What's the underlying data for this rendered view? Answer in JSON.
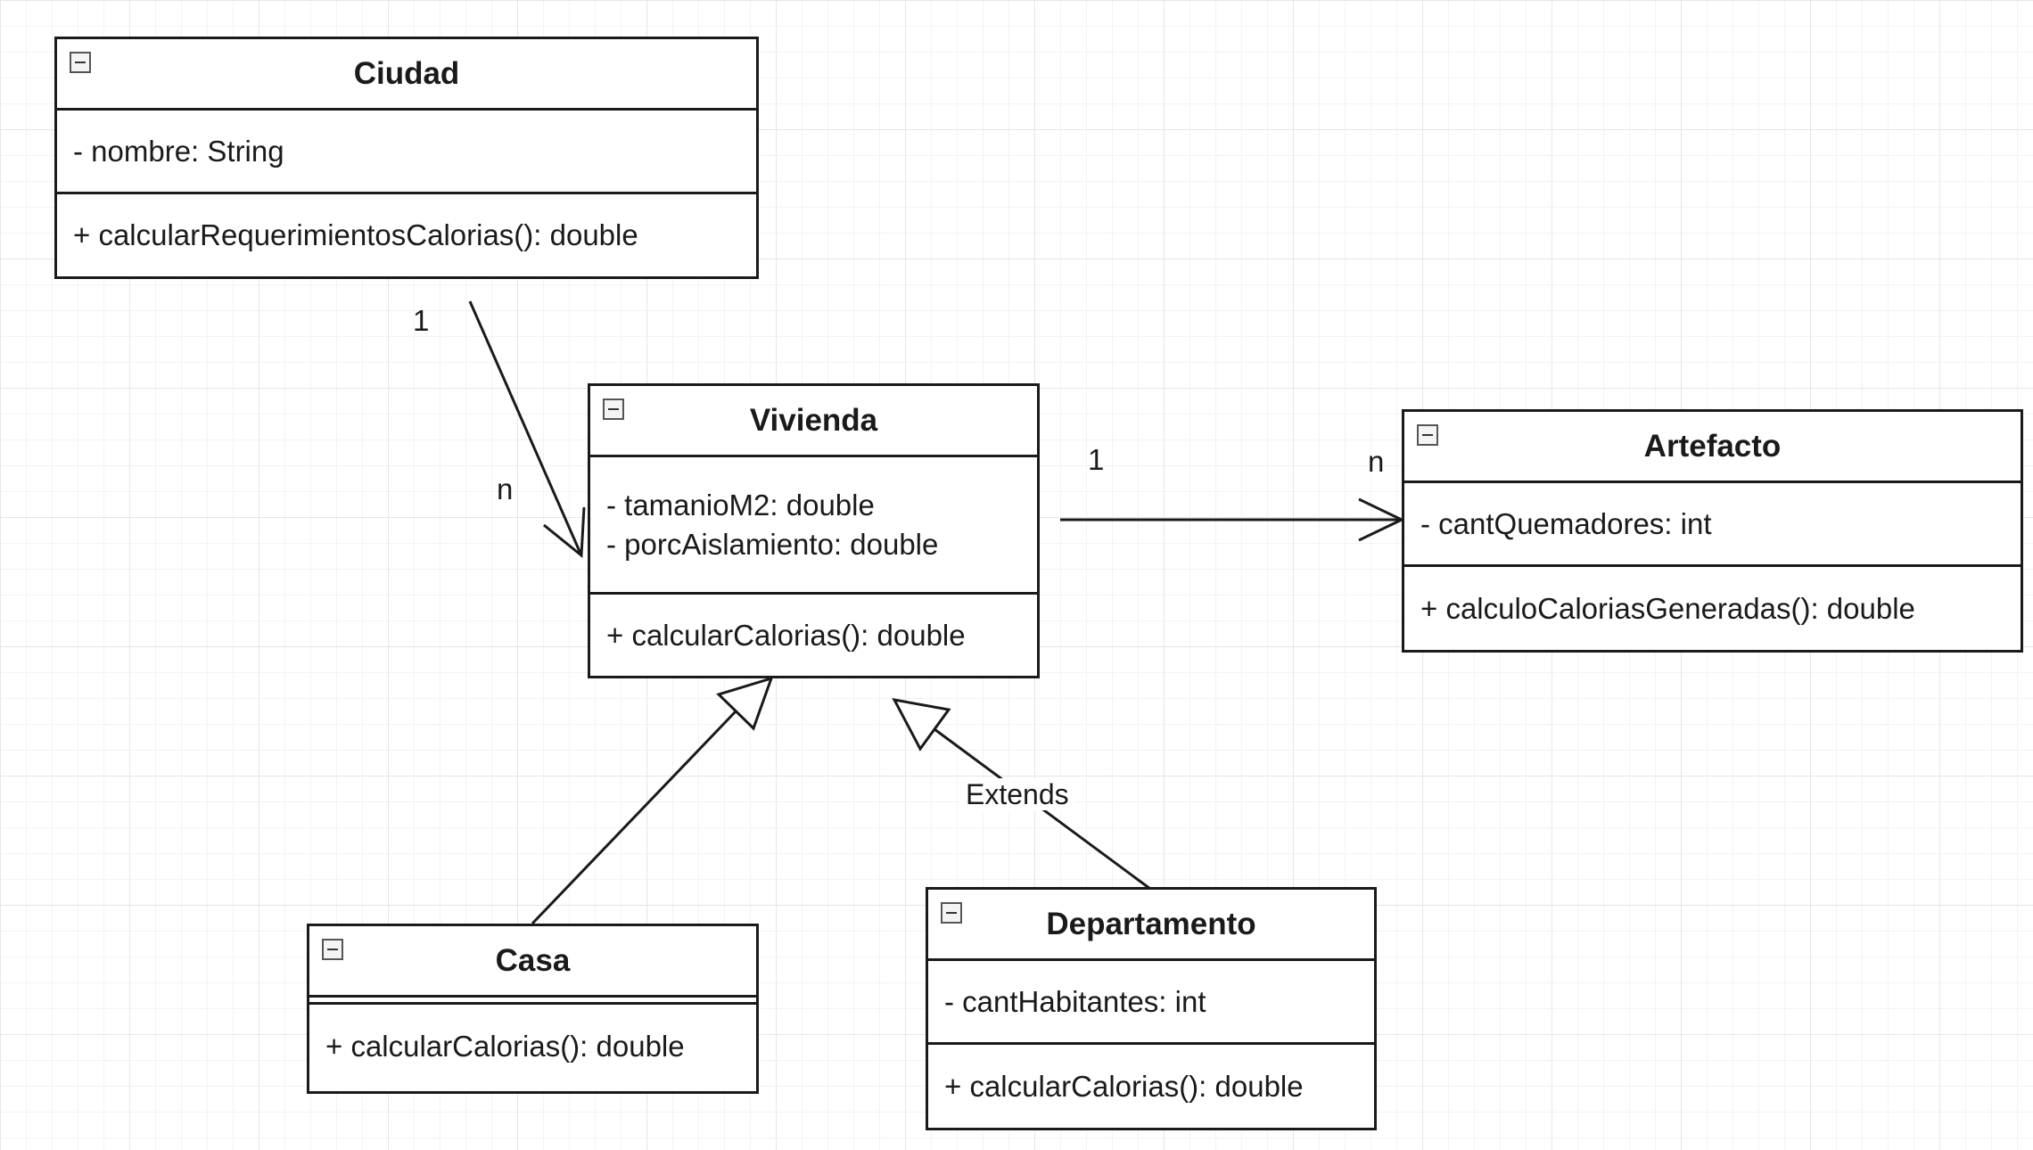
{
  "classes": {
    "ciudad": {
      "name": "Ciudad",
      "attributes": [
        "- nombre: String"
      ],
      "methods": [
        "+ calcularRequerimientosCalorias(): double"
      ]
    },
    "vivienda": {
      "name": "Vivienda",
      "attributes": [
        "- tamanioM2: double",
        "- porcAislamiento: double"
      ],
      "methods": [
        "+ calcularCalorias(): double"
      ]
    },
    "artefacto": {
      "name": "Artefacto",
      "attributes": [
        "- cantQuemadores: int"
      ],
      "methods": [
        "+ calculoCaloriasGeneradas(): double"
      ]
    },
    "casa": {
      "name": "Casa",
      "attributes": [],
      "methods": [
        "+ calcularCalorias(): double"
      ]
    },
    "departamento": {
      "name": "Departamento",
      "attributes": [
        "- cantHabitantes: int"
      ],
      "methods": [
        "+ calcularCalorias(): double"
      ]
    }
  },
  "associations": {
    "ciudad_vivienda": {
      "source_multiplicity": "1",
      "target_multiplicity": "n"
    },
    "vivienda_artefacto": {
      "source_multiplicity": "1",
      "target_multiplicity": "n"
    }
  },
  "generalizations": {
    "departamento_vivienda": {
      "label": "Extends"
    }
  },
  "colors": {
    "line": "#1a1a1a",
    "grid": "#e6e6e6",
    "background": "#ffffff"
  },
  "icons": {
    "collapse": "minus-box-icon"
  }
}
